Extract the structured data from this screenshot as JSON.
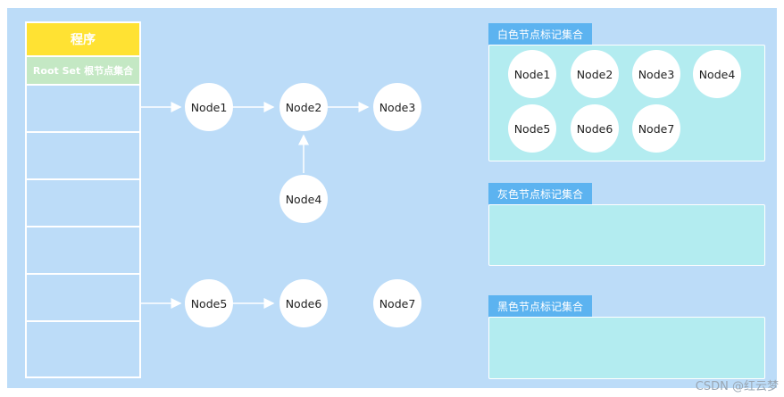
{
  "program": {
    "title": "程序",
    "root_set": "Root Set 根节点集合"
  },
  "graph": {
    "node1": "Node1",
    "node2": "Node2",
    "node3": "Node3",
    "node4": "Node4",
    "node5": "Node5",
    "node6": "Node6",
    "node7": "Node7"
  },
  "sets": {
    "white": {
      "title": "白色节点标记集合",
      "nodes": [
        "Node1",
        "Node2",
        "Node3",
        "Node4",
        "Node5",
        "Node6",
        "Node7"
      ]
    },
    "gray": {
      "title": "灰色节点标记集合"
    },
    "black": {
      "title": "黑色节点标记集合"
    }
  },
  "watermark": "CSDN @红云梦",
  "colors": {
    "background": "#bcdcf8",
    "program_title": "#ffe233",
    "root_set": "#c4e8c4",
    "set_tab": "#5cb3f0",
    "set_box": "#b3ecf0"
  }
}
